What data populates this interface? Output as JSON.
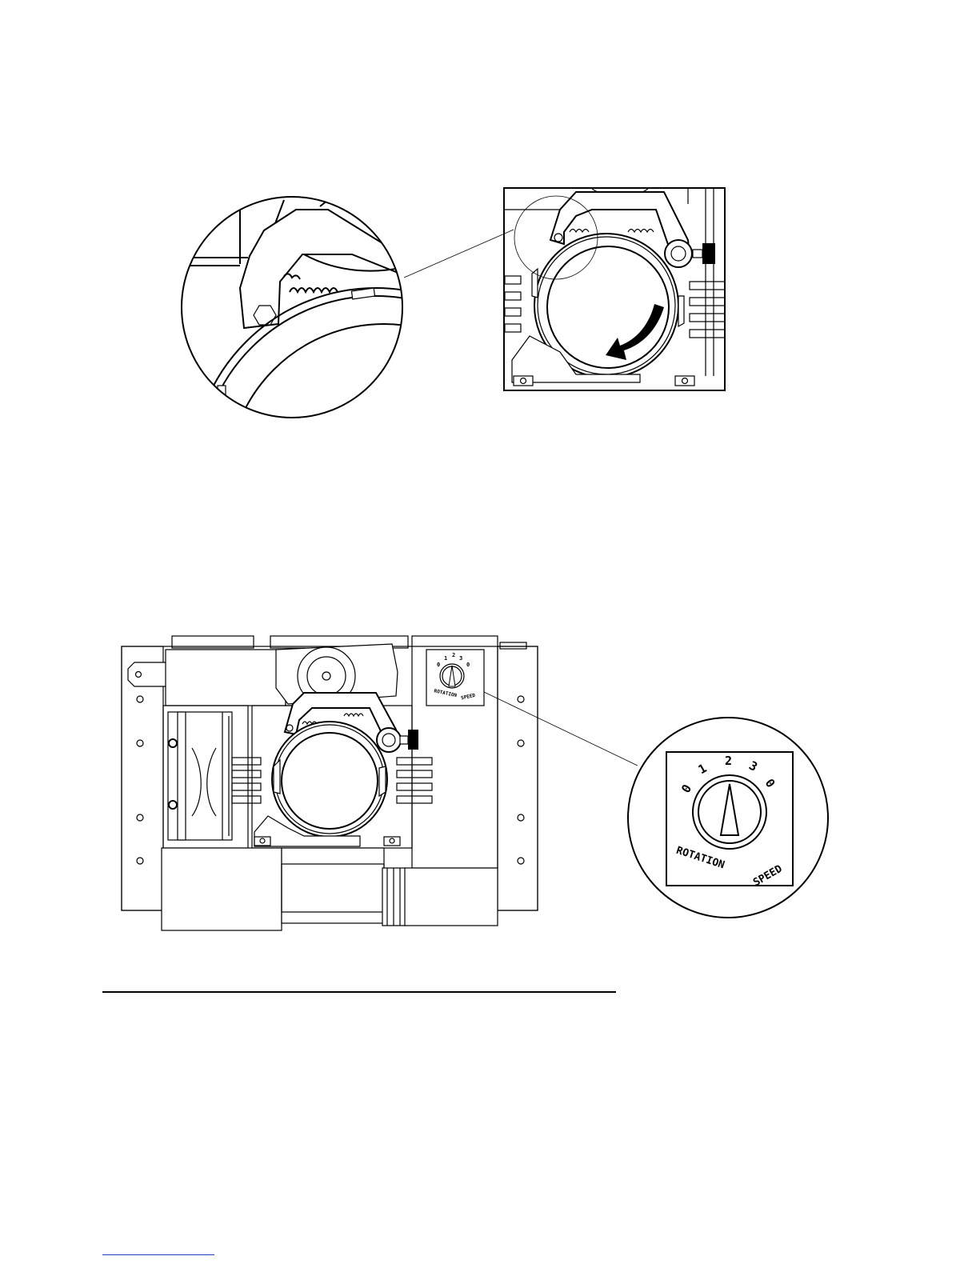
{
  "figure": {
    "dial_labels": {
      "positions": [
        "0",
        "1",
        "2",
        "3",
        "0"
      ],
      "caption_left": "ROTATION",
      "caption_right": "SPEED"
    }
  },
  "icons": [
    "rotation-arrow-icon",
    "hex-nut-icon",
    "knurled-knob-icon",
    "rotation-speed-dial-icon"
  ]
}
